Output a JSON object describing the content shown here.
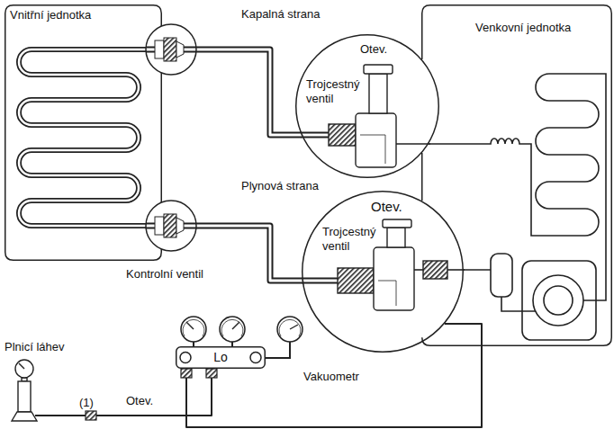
{
  "diagram": {
    "nodes": [
      {
        "text": [
          "Vnitřní jednotka"
        ]
      },
      {
        "text": [
          "Venkovní jednotka"
        ]
      },
      {
        "text": [
          "Otev.",
          "Trojcestný ventil"
        ]
      },
      {
        "text": [
          "Otev.",
          "Trojcestný ventil"
        ]
      },
      {
        "text": [
          "Plnicí láhev"
        ]
      },
      {
        "text": [
          "Lo"
        ]
      }
    ],
    "edges": [
      {
        "from": 0,
        "to": 2,
        "arrow": "none"
      },
      {
        "from": 0,
        "to": 3,
        "arrow": "none"
      },
      {
        "from": 4,
        "to": 5,
        "arrow": "none"
      },
      {
        "from": 5,
        "to": 3,
        "arrow": "none"
      }
    ],
    "labels": [
      "Kapalná strana",
      "Plynová strana",
      "Kontrolní ventil",
      "Otev.",
      "Vakuometr",
      "(1)"
    ]
  }
}
